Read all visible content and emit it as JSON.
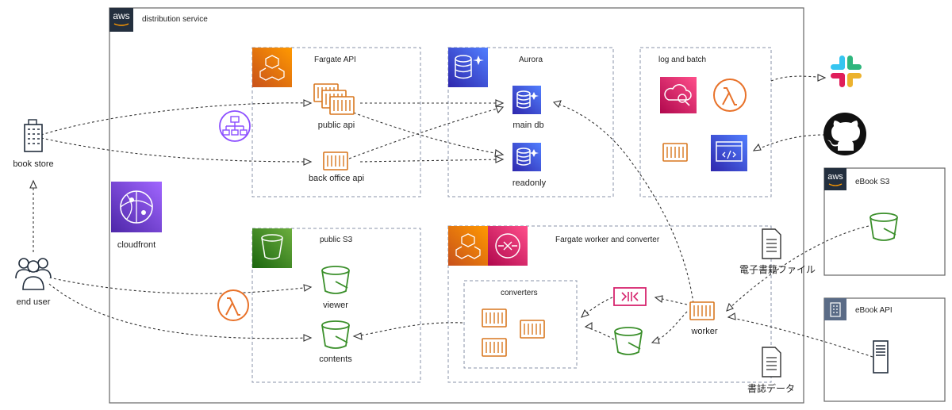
{
  "outer": {
    "title": "distribution service",
    "logo_text": "aws"
  },
  "groups": {
    "fargate_api": "Fargate API",
    "aurora": "Aurora",
    "log_batch": "log and batch",
    "public_s3": "public S3",
    "fargate_worker": "Fargate worker and converter",
    "converters": "converters",
    "ebook_s3": "eBook S3",
    "ebook_api": "eBook API"
  },
  "labels": {
    "public_api": "public api",
    "back_office_api": "back office api",
    "main_db": "main db",
    "readonly": "readonly",
    "book_store": "book store",
    "end_user": "end user",
    "cloudfront": "cloudfront",
    "viewer": "viewer",
    "contents": "contents",
    "worker": "worker",
    "ebook_file": "電子書籍ファイル",
    "book_data": "書誌データ"
  },
  "colors": {
    "compute": "#e8722a",
    "database": "#3b48cc",
    "storage": "#3a8f2a",
    "management": "#cc2264",
    "integration": "#d6246e",
    "networking": "#8c4fff",
    "container": "#d9771e",
    "aws_dark": "#232f3e"
  }
}
